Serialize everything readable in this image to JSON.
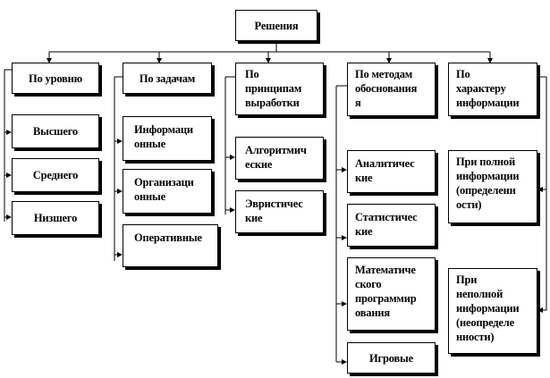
{
  "root": {
    "label": "Решения"
  },
  "categories": [
    {
      "id": "level",
      "label": "По уровню"
    },
    {
      "id": "tasks",
      "label": "По задачам"
    },
    {
      "id": "principles",
      "label": "По\nпринципам\nвыработки"
    },
    {
      "id": "methods",
      "label": "По методам\nобоснования\nя"
    },
    {
      "id": "info",
      "label": "По\nхарактеру\nинформации"
    }
  ],
  "items": {
    "level": [
      {
        "label": "Высшего"
      },
      {
        "label": "Среднего"
      },
      {
        "label": "Низшего"
      }
    ],
    "tasks": [
      {
        "label": "Информаци\nонные"
      },
      {
        "label": "Организаци\nонные"
      },
      {
        "label": "Оперативные"
      }
    ],
    "principles": [
      {
        "label": "Алгоритмич\nеские"
      },
      {
        "label": "Эвристичес\nкие"
      }
    ],
    "methods": [
      {
        "label": "Аналитичес\nкие"
      },
      {
        "label": "Статистичес\nкие"
      },
      {
        "label": "Математиче\nского\nпрограммир\nования"
      },
      {
        "label": "Игровые"
      }
    ],
    "info": [
      {
        "label": "При полной\nинформации\n(определенн\nости)"
      },
      {
        "label": "При\nнеполной\nинформации\n(неопределе\nнности)"
      }
    ]
  }
}
